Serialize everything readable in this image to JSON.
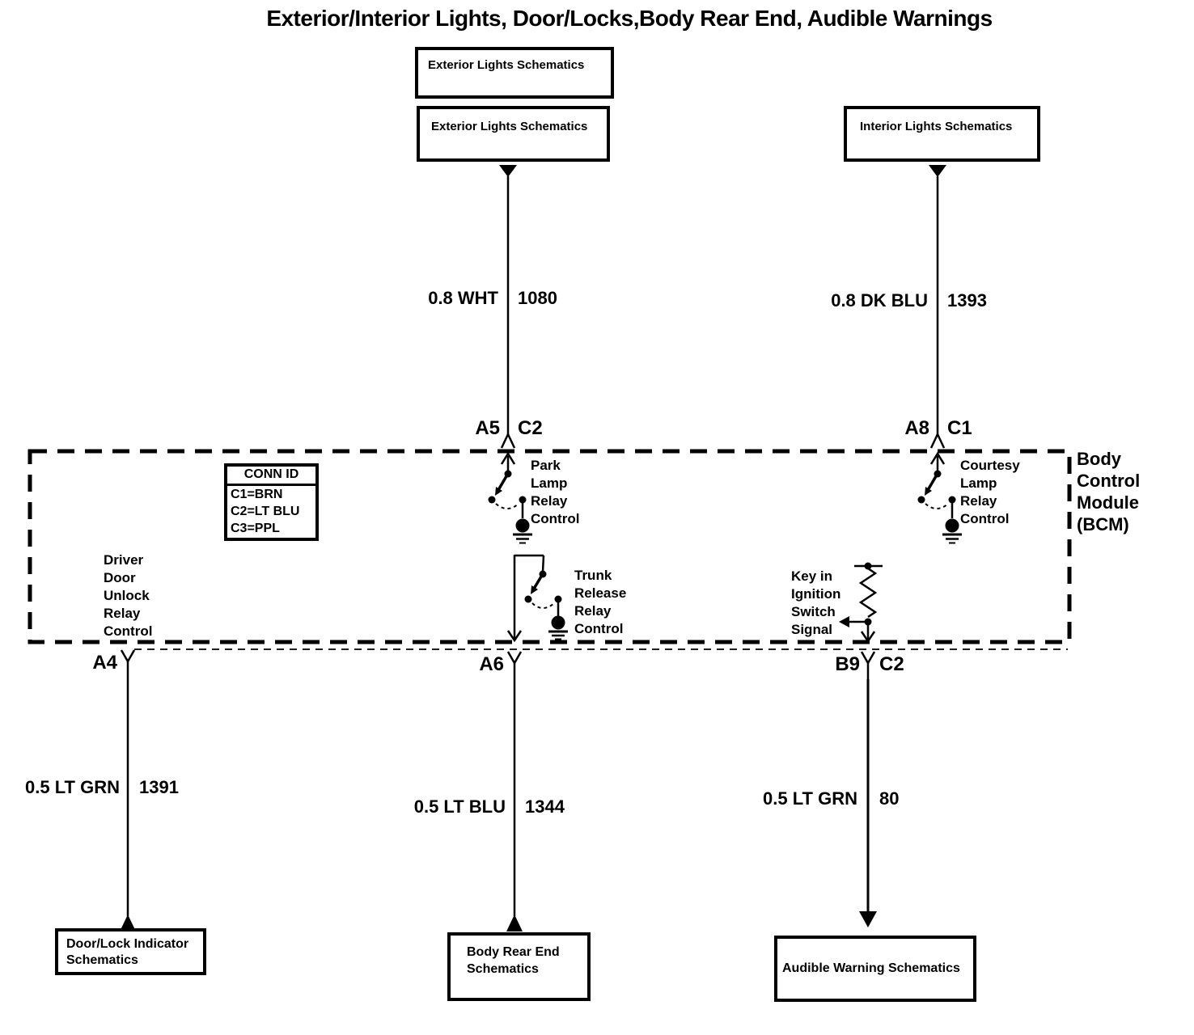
{
  "title": "Exterior/Interior Lights, Door/Locks,Body Rear End, Audible Warnings",
  "top_boxes": {
    "exterior1": "Exterior Lights Schematics",
    "exterior2": "Exterior Lights Schematics",
    "interior": "Interior Lights Schematics"
  },
  "bottom_boxes": {
    "door_lock": "Door/Lock Indicator\nSchematics",
    "body_rear": "Body Rear End\nSchematics",
    "audible": "Audible Warning Schematics"
  },
  "wires": {
    "wht": {
      "label": "0.8 WHT",
      "circuit": "1080"
    },
    "dk_blu": {
      "label": "0.8 DK BLU",
      "circuit": "1393"
    },
    "lt_grn1": {
      "label": "0.5 LT GRN",
      "circuit": "1391"
    },
    "lt_blu": {
      "label": "0.5 LT BLU",
      "circuit": "1344"
    },
    "lt_grn2": {
      "label": "0.5 LT GRN",
      "circuit": "80"
    }
  },
  "pins": {
    "a5": "A5",
    "c2_top": "C2",
    "a8": "A8",
    "c1_top": "C1",
    "a4": "A4",
    "a6": "A6",
    "b9": "B9",
    "c2_bottom": "C2"
  },
  "bcm": {
    "name": "Body\nControl\nModule\n(BCM)",
    "conn_id_header": "CONN ID",
    "conn_id_rows": [
      "C1=BRN",
      "C2=LT BLU",
      "C3=PPL"
    ]
  },
  "signals": {
    "park": "Park\nLamp\nRelay\nControl",
    "courtesy": "Courtesy\nLamp\nRelay\nControl",
    "trunk": "Trunk\nRelease\nRelay\nControl",
    "driver_door": "Driver\nDoor\nUnlock\nRelay\nControl",
    "key_in": "Key in\nIgnition\nSwitch\nSignal"
  },
  "colors": {
    "ink": "#000000",
    "paper": "#ffffff"
  }
}
